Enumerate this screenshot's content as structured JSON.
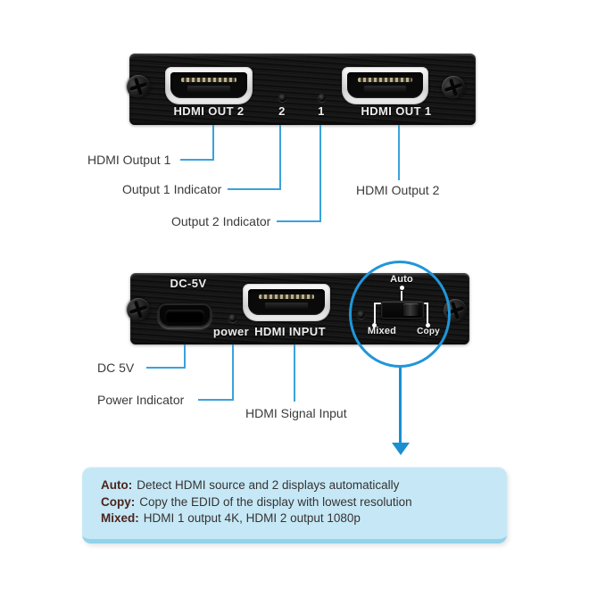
{
  "device": {
    "top_panel": {
      "hdmi_out_2_label": "HDMI OUT 2",
      "indicator_2": "2",
      "indicator_1": "1",
      "hdmi_out_1_label": "HDMI OUT 1"
    },
    "bottom_panel": {
      "dc_label": "DC-5V",
      "power_label": "power",
      "hdmi_input_label": "HDMI INPUT",
      "switch_auto": "Auto",
      "switch_mixed": "Mixed",
      "switch_copy": "Copy"
    }
  },
  "callouts": {
    "hdmi_output_1": "HDMI Output 1",
    "output_1_indicator": "Output 1 Indicator",
    "output_2_indicator": "Output 2 Indicator",
    "hdmi_output_2": "HDMI Output 2",
    "dc_5v": "DC 5V",
    "power_indicator": "Power Indicator",
    "hdmi_signal_input": "HDMI Signal Input"
  },
  "info_box": {
    "lines": [
      {
        "term": "Auto:",
        "description": "Detect HDMI source and 2 displays automatically"
      },
      {
        "term": "Copy:",
        "description": "Copy the EDID of the display with lowest resolution"
      },
      {
        "term": "Mixed:",
        "description": "HDMI 1 output 4K, HDMI 2 output 1080p"
      }
    ]
  },
  "colors": {
    "callout_line": "#3aa2db",
    "arrow": "#1b8fd2",
    "highlight_circle": "#2196d8",
    "info_box_bg": "#c6e8f6",
    "info_box_edge": "#92d2ea",
    "info_term_text": "#4b241d",
    "label_text": "#3a3a3a",
    "panel_bg": "#141414"
  }
}
